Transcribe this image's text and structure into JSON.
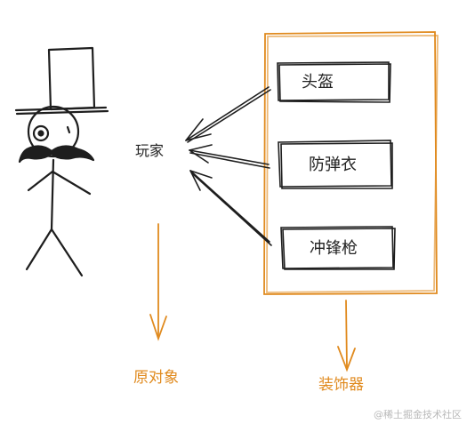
{
  "diagram": {
    "player_label": "玩家",
    "items": [
      "头盔",
      "防弹衣",
      "冲锋枪"
    ],
    "original_label": "原对象",
    "decorator_label": "装饰器",
    "watermark": "@稀土掘金技术社区"
  },
  "colors": {
    "ink": "#1e1e1e",
    "accent": "#e08a1e",
    "watermark": "#b8b8b8"
  }
}
